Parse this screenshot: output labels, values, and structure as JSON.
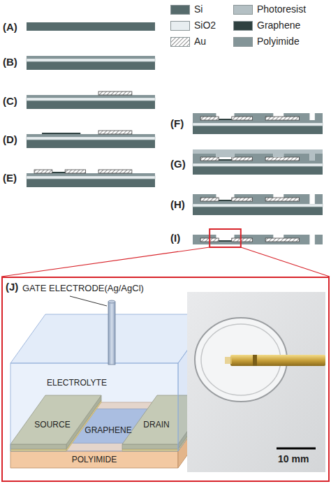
{
  "diagram": {
    "nodes": [
      {
        "text": [
          "(J)"
        ]
      },
      {
        "text": [
          "ELECTROLYTE"
        ],
        "in": 0
      },
      {
        "text": [
          "SOURCE"
        ],
        "in": 0
      },
      {
        "text": [
          "GRAPHENE"
        ],
        "in": 0
      },
      {
        "text": [
          "DRAIN"
        ],
        "in": 0
      },
      {
        "text": [
          "POLYIMIDE"
        ],
        "in": 0
      }
    ],
    "labels": [
      "(A)",
      "(B)",
      "(C)",
      "(D)",
      "(E)",
      "(F)",
      "(G)",
      "(H)",
      "(I)",
      "GATE ELECTRODE(Ag/AgCl)",
      "10 mm"
    ],
    "legend": [
      {
        "text": "Si",
        "color": "#566b6c"
      },
      {
        "text": "Photoresist",
        "color": "#b4c0c4"
      },
      {
        "text": "SiO2",
        "color": "#e8eef0"
      },
      {
        "text": "Graphene",
        "color": "#2f4140"
      },
      {
        "text": "Au"
      },
      {
        "text": "Polyimide",
        "color": "#849598"
      }
    ]
  }
}
